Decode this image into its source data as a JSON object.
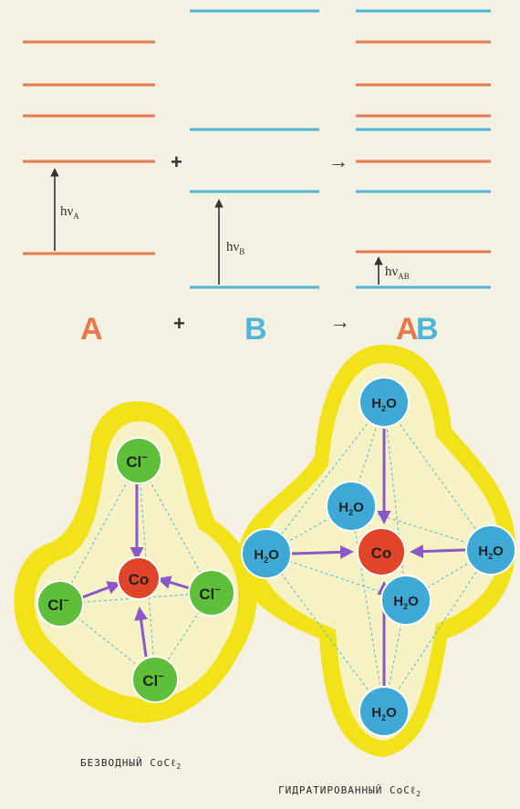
{
  "energy_diagram": {
    "label_A": "A",
    "plus_1": "+",
    "label_B": "B",
    "arrow_1": "→",
    "label_AB_a": "A",
    "label_AB_b": "B",
    "row_plus": "+",
    "row_arrow": "→",
    "hv_A": "hν",
    "hv_A_sub": "A",
    "hv_B": "hν",
    "hv_B_sub": "B",
    "hv_AB": "hν",
    "hv_AB_sub": "AB",
    "colors": {
      "A": "#e8794a",
      "B": "#4fb6d8"
    }
  },
  "anhydrous": {
    "ion_label": "Cl",
    "ion_charge": "−",
    "center_label": "Co",
    "colors": {
      "ion": "#5fbf3a",
      "center": "#e0452a",
      "halo": "#f2e21a",
      "bond": "#8a58c8"
    }
  },
  "hydrated": {
    "ligand_label": "H",
    "ligand_sub": "2",
    "ligand_tail": "O",
    "center_label": "Co",
    "colors": {
      "ligand": "#3fa9d6",
      "center": "#e0452a",
      "halo": "#f2e21a",
      "bond": "#8a58c8"
    }
  },
  "captions": {
    "anhydrous": "БЕЗВОДНЫЙ CoCℓ",
    "anhydrous_sub": "2",
    "hydrated": "ГИДРАТИРОВАННЫЙ CoCℓ",
    "hydrated_sub": "2"
  }
}
